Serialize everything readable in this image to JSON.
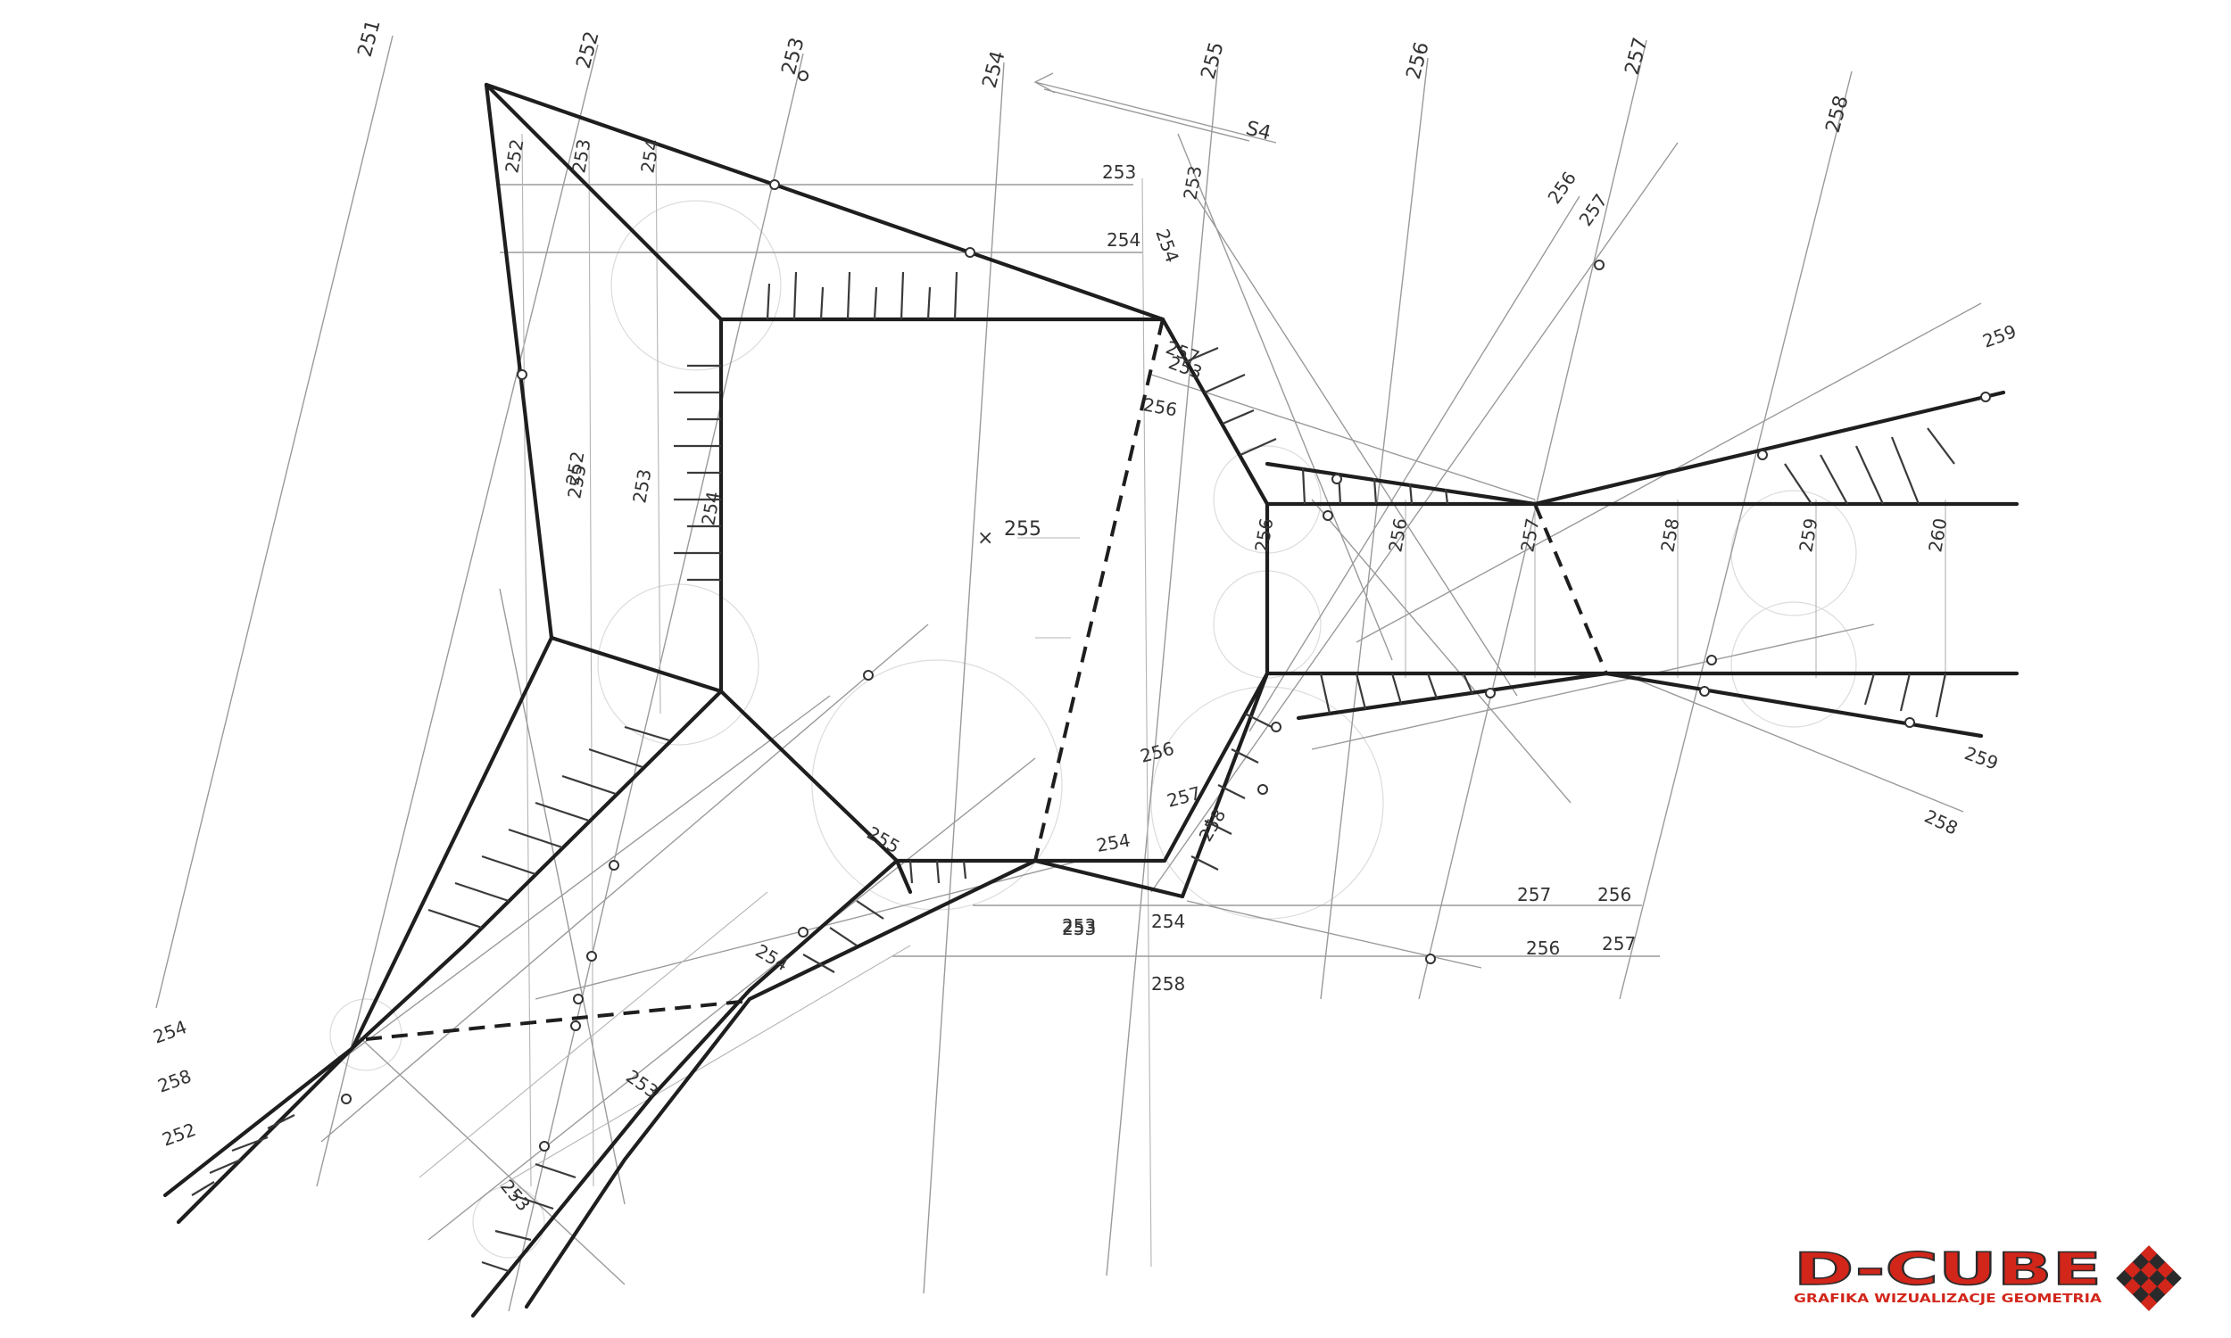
{
  "contour_labels": {
    "top_ticks": [
      "251",
      "252",
      "253",
      "254",
      "255",
      "256",
      "257",
      "258"
    ],
    "horizontal_top": [
      "253",
      "254"
    ],
    "horizontal_bottom": [
      "256",
      "257"
    ],
    "center_label": "255",
    "lower_left": [
      "254",
      "258",
      "252"
    ],
    "right_side": [
      "259",
      "258",
      "259"
    ],
    "channel": [
      "256",
      "256",
      "257",
      "258",
      "259",
      "260"
    ],
    "scattered": [
      "252",
      "253",
      "254",
      "253",
      "254",
      "252",
      "253",
      "254",
      "253",
      "255",
      "256",
      "257",
      "258",
      "253",
      "254",
      "256",
      "256",
      "257",
      "258",
      "254",
      "253",
      "254",
      "253",
      "253",
      "255",
      "257",
      "256",
      "257"
    ]
  },
  "north_arrow_label": "S4",
  "logo": {
    "brand": "D-CUBE",
    "tagline": "GRAFIKA WIZUALIZACJE GEOMETRIA",
    "colors": {
      "red": "#d2261b",
      "dark": "#2a2a2a"
    }
  }
}
